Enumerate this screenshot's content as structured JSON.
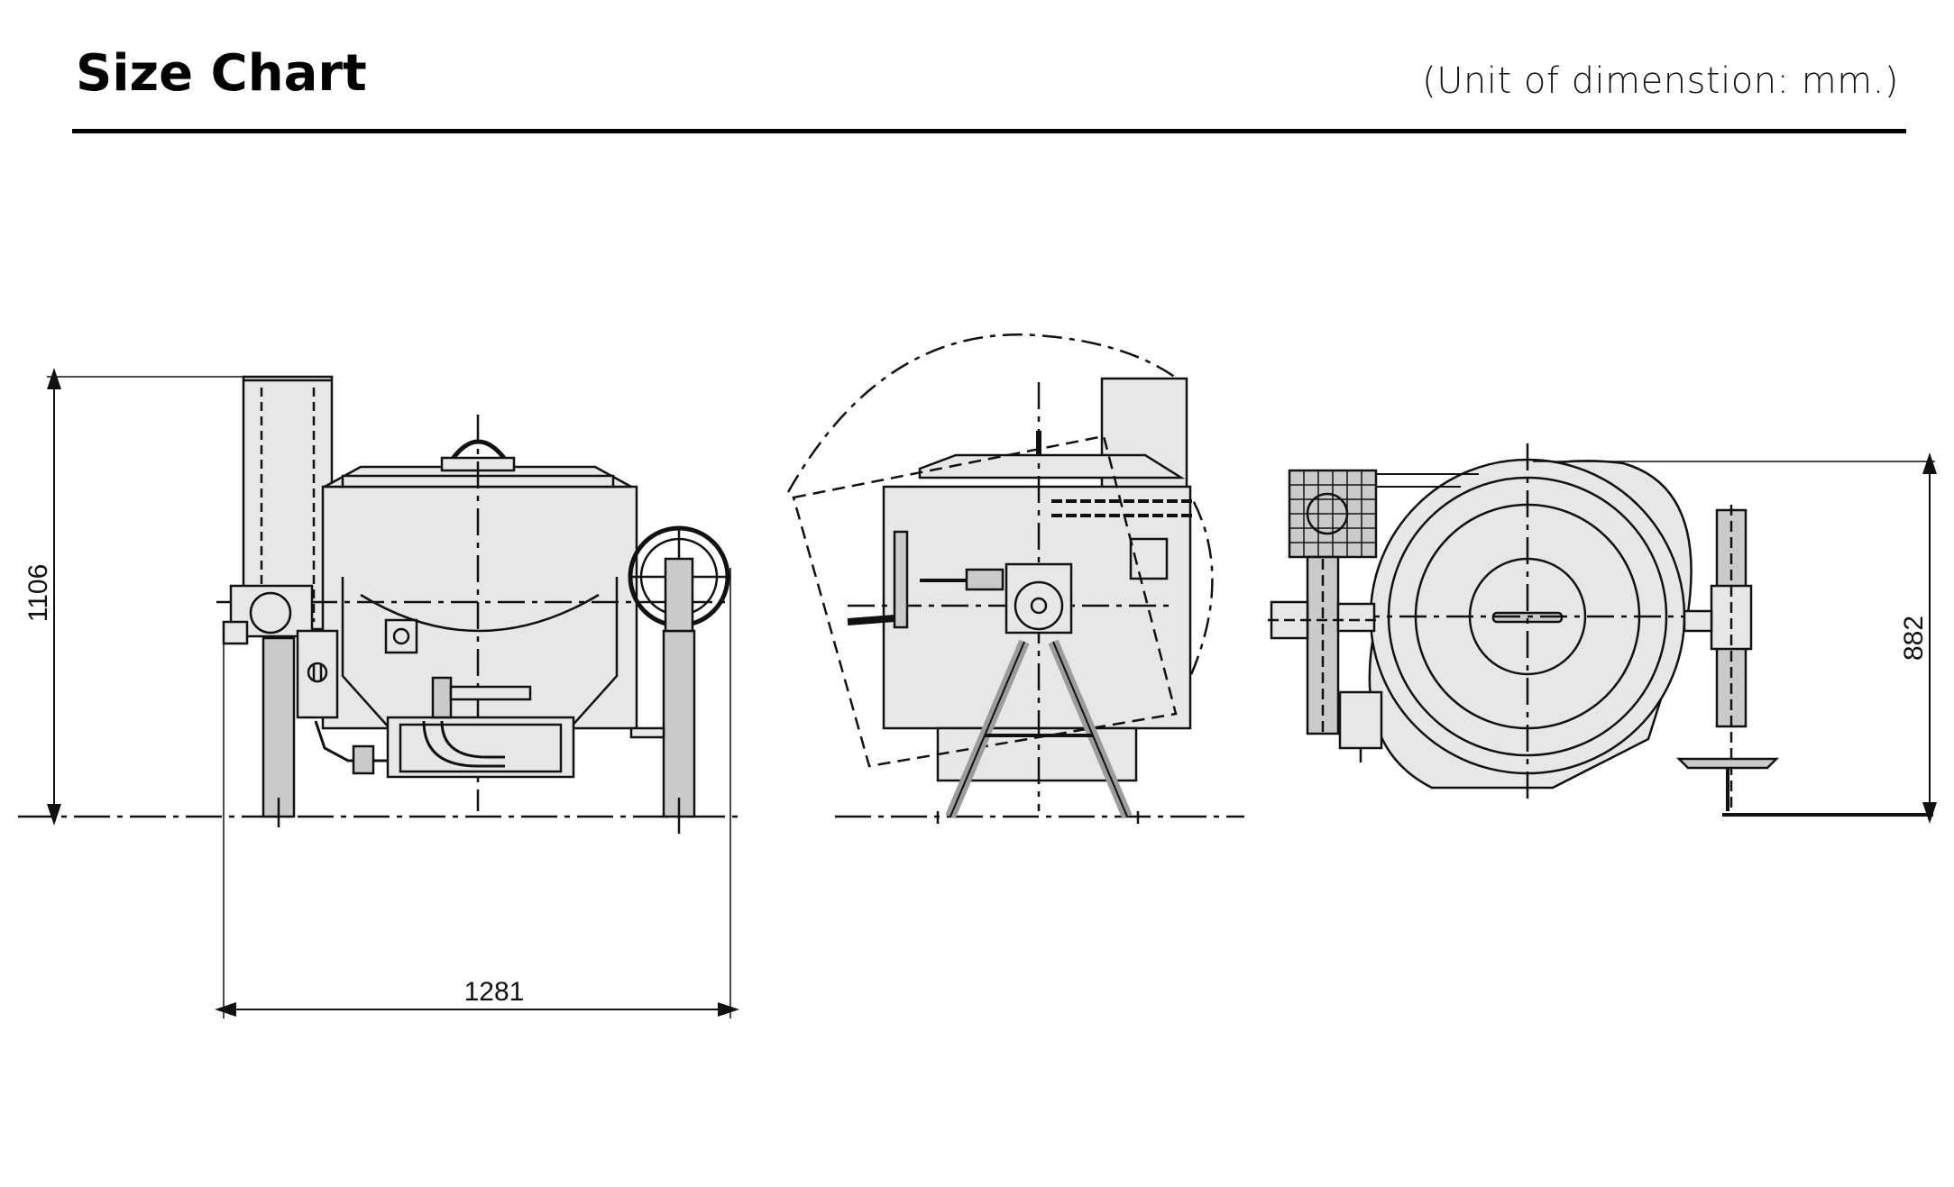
{
  "header": {
    "title": "Size Chart",
    "unit_note": "(Unit of dimenstion: mm.)"
  },
  "dimensions": {
    "height_overall": "1106",
    "width_overall": "1281",
    "height_body": "882"
  },
  "colors": {
    "line": "#111111",
    "fill_light": "#e6e7e9",
    "fill_mid": "#c9cacc"
  }
}
